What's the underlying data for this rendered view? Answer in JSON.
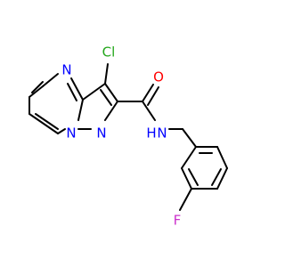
{
  "structure": {
    "atoms": {
      "chlorine": "Cl",
      "oxygen": "O",
      "amide_n": "N",
      "amide_h": "H",
      "ring_n_top": "N",
      "ring_n_bridge": "N",
      "ring_n_5": "N",
      "fluorine": "F"
    },
    "colors": {
      "chlorine": "#22a61a",
      "oxygen": "#ff0000",
      "nitrogen": "#0000ff",
      "fluorine": "#cc33cc",
      "bond": "#000000"
    }
  }
}
